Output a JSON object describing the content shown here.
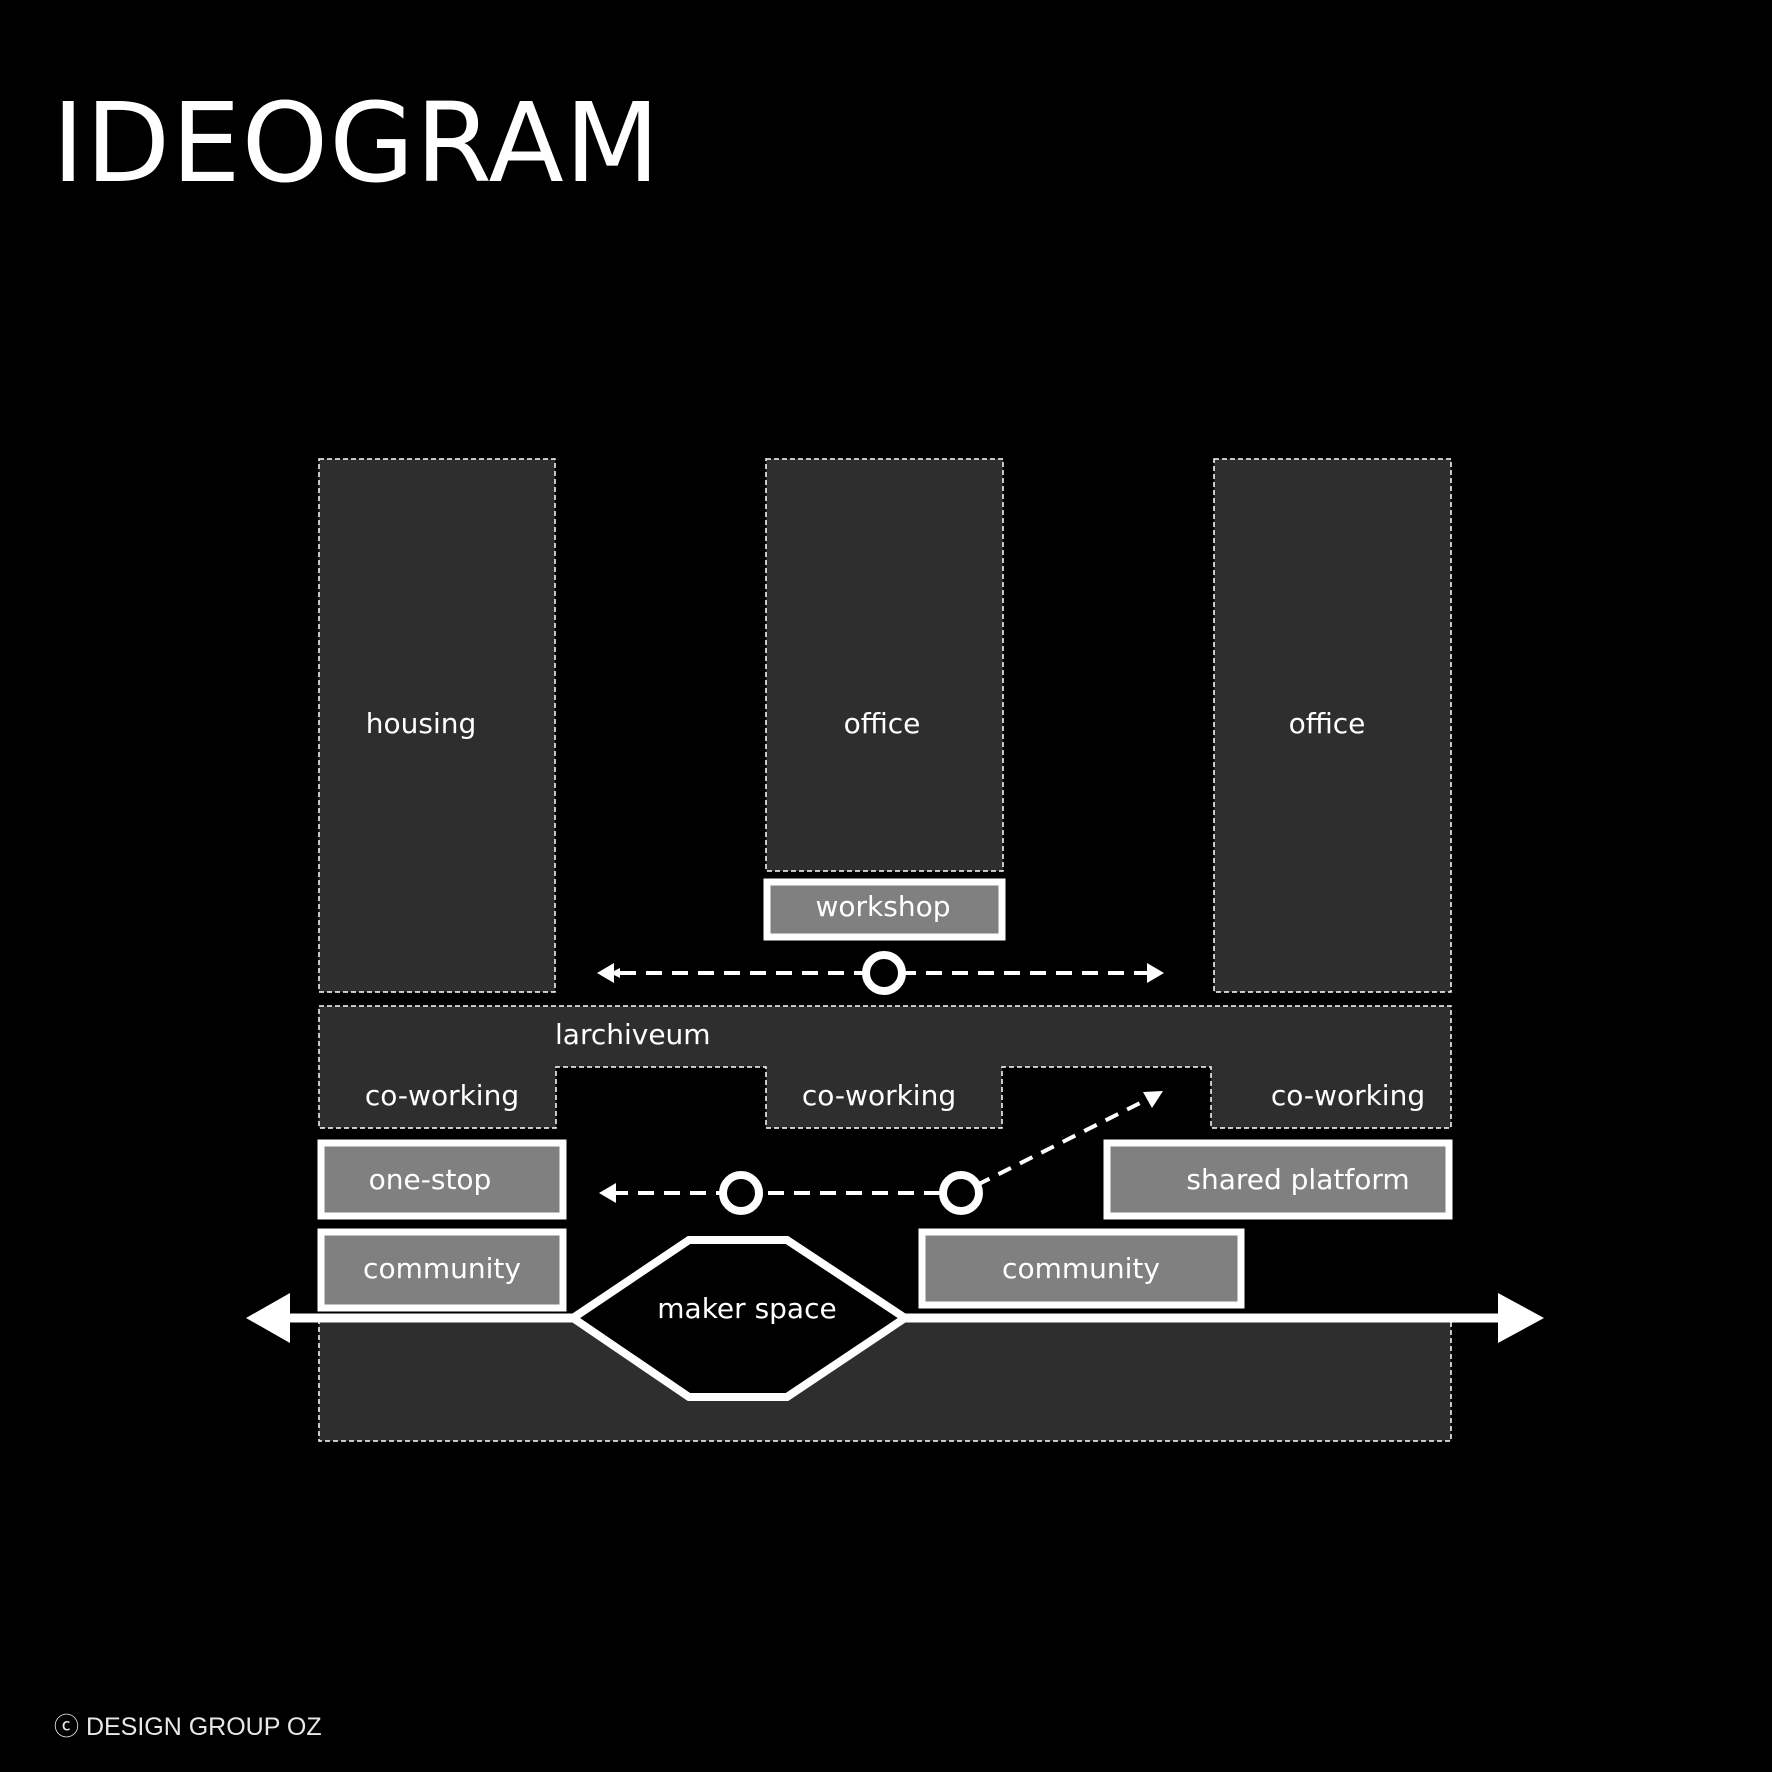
{
  "title": "IDEOGRAM",
  "copyright": "ⓒ DESIGN GROUP OZ",
  "colors": {
    "background": "#000000",
    "zone_fill": "#2e2e2e",
    "box_fill": "#808080",
    "line": "#ffffff"
  },
  "labels": {
    "housing": "housing",
    "office_center": "office",
    "office_right": "office",
    "workshop": "workshop",
    "larchiveum": "larchiveum",
    "coworking_left": "co-working",
    "coworking_center": "co-working",
    "coworking_right": "co-working",
    "one_stop": "one-stop",
    "shared_platform": "shared platform",
    "community_left": "community",
    "community_right": "community",
    "maker_space": "maker space"
  }
}
